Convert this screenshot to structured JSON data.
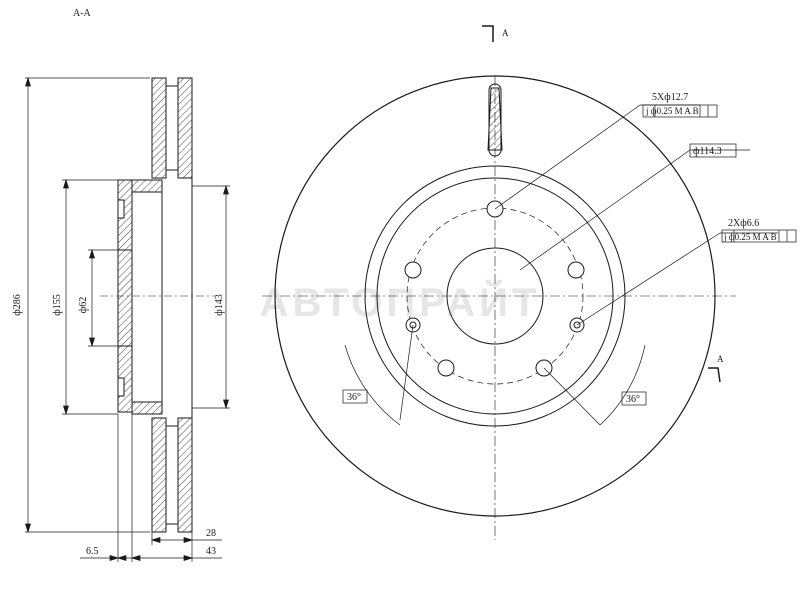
{
  "section_label": "A-A",
  "section_mark_top": "A",
  "section_mark_bottom": "A",
  "dimensions": {
    "outer_diameter": "ф286",
    "hat_diameter": "ф155",
    "center_bore": "ф62",
    "inner_diameter": "ф143",
    "disc_thickness": "28",
    "overall_height": "43",
    "flange_thickness": "6.5",
    "pcd": "ф114.3"
  },
  "callouts": {
    "bolt_holes": "5Xф12.7",
    "bolt_holes_tolerance": "j  ф0.25 M A B",
    "small_holes": "2Xф6.6",
    "small_holes_tolerance": "j  ф0.25 M A B",
    "angle_left": "36°",
    "angle_right": "36°"
  },
  "watermark": "АВТОПРАЙТ",
  "colors": {
    "line": "#1a1a1a",
    "background": "#ffffff",
    "watermark": "#e6e6e6"
  }
}
